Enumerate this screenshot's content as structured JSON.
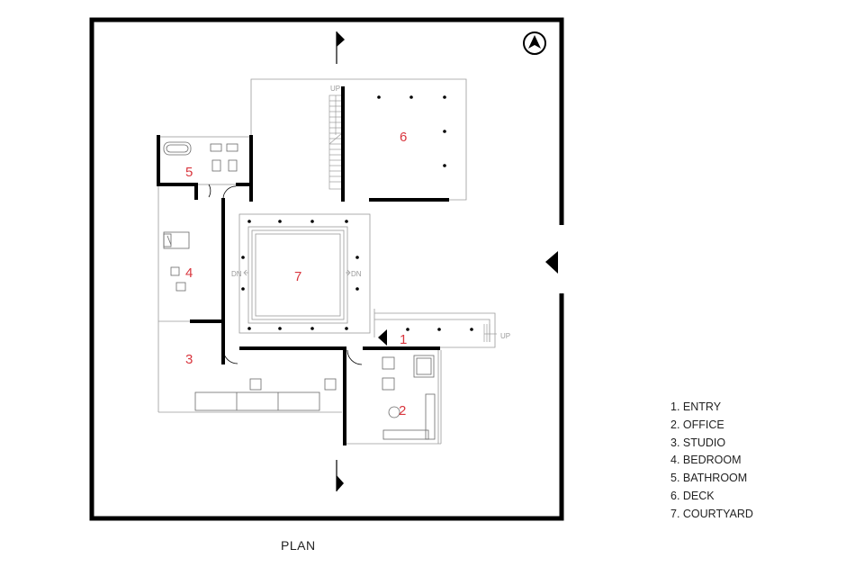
{
  "title": "PLAN",
  "colors": {
    "wall": "#000000",
    "thin_line": "#9a9a9a",
    "room_number": "#d9363e",
    "text": "#222222"
  },
  "north_arrow": "north-arrow-icon",
  "rooms": [
    {
      "number": "1",
      "name": "ENTRY"
    },
    {
      "number": "2",
      "name": "OFFICE"
    },
    {
      "number": "3",
      "name": "STUDIO"
    },
    {
      "number": "4",
      "name": "BEDROOM"
    },
    {
      "number": "5",
      "name": "BATHROOM"
    },
    {
      "number": "6",
      "name": "DECK"
    },
    {
      "number": "7",
      "name": "COURTYARD"
    }
  ],
  "legend": [
    "1. ENTRY",
    "2. OFFICE",
    "3. STUDIO",
    "4. BEDROOM",
    "5. BATHROOM",
    "6. DECK",
    "7. COURTYARD"
  ],
  "annotations": {
    "deck_stair": "UP",
    "entry_stair": "UP",
    "courtyard_left_step": "DN",
    "courtyard_right_step": "DN"
  }
}
